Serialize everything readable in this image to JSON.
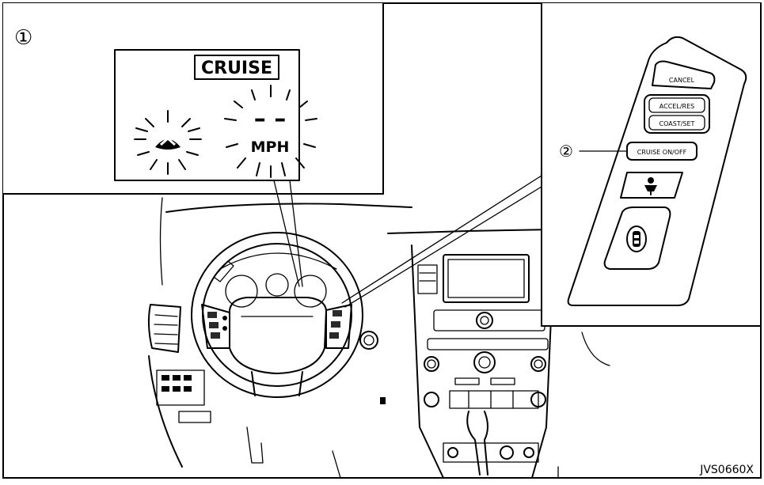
{
  "callouts": {
    "display_marker": "①",
    "switch_marker": "②"
  },
  "display": {
    "cruise_label": "CRUISE",
    "speed_placeholder": "– –",
    "speed_unit": "MPH"
  },
  "switch_panel": {
    "cancel_label": "CANCEL",
    "accel_res_label": "ACCEL/RES",
    "coast_set_label": "COAST/SET",
    "cruise_onoff_label": "CRUISE ON/OFF"
  },
  "figure_code": "JVS0660X"
}
